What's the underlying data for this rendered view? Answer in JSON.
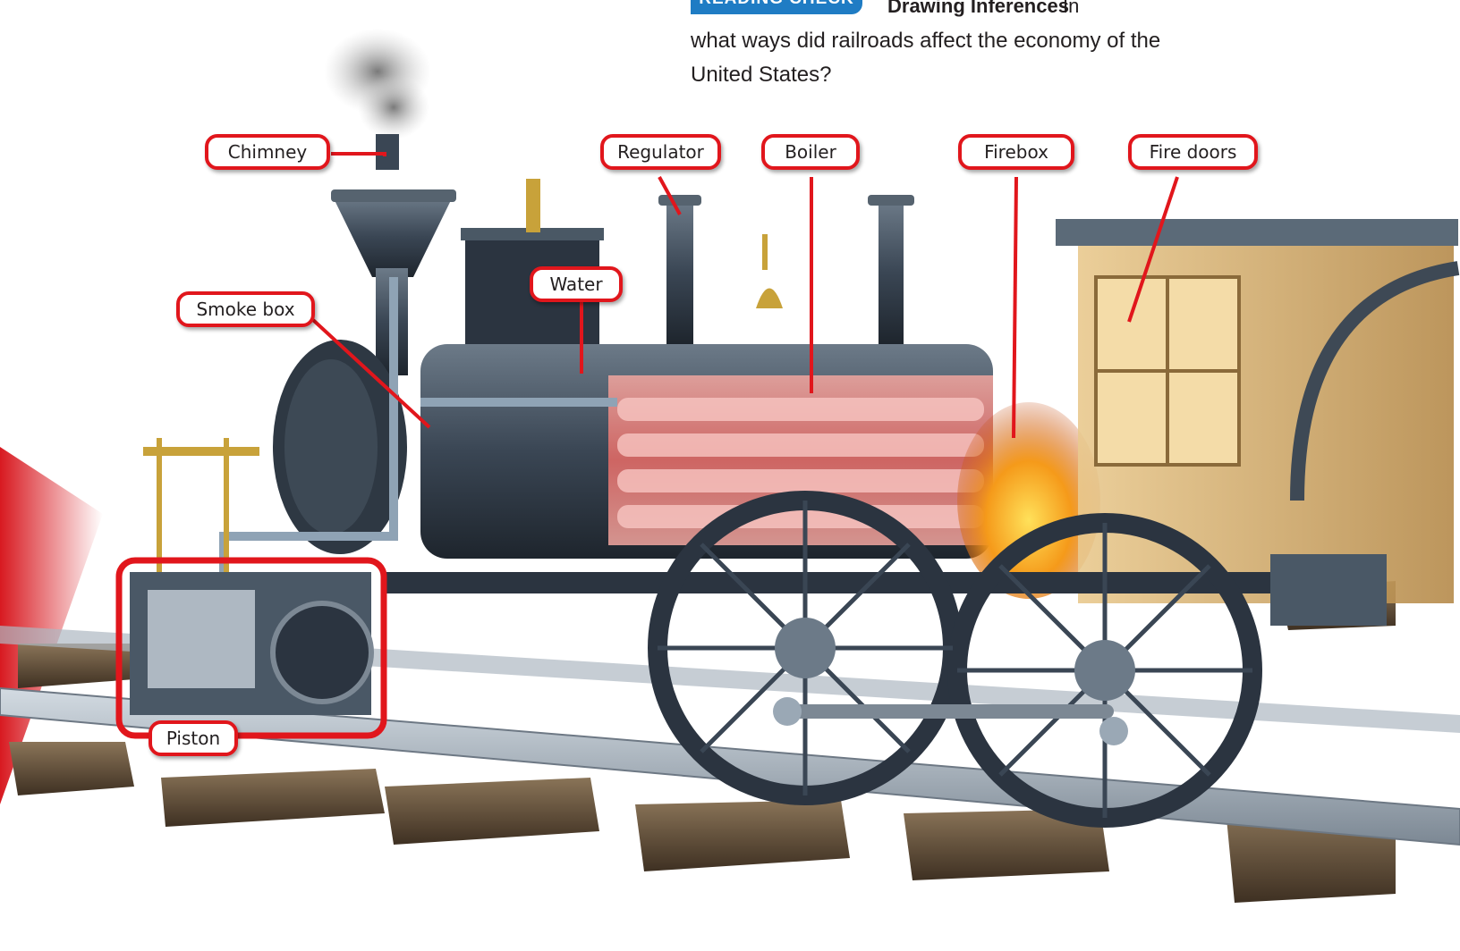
{
  "reading_check": {
    "badge": "READING CHECK",
    "skill": "Drawing Inferences",
    "lead": "In",
    "question_line1": "what ways did railroads affect the economy of the",
    "question_line2": "United States?"
  },
  "labels": {
    "chimney": "Chimney",
    "regulator": "Regulator",
    "boiler": "Boiler",
    "firebox": "Firebox",
    "fire_doors": "Fire doors",
    "water": "Water",
    "smoke_box": "Smoke box",
    "piston": "Piston"
  },
  "colors": {
    "callout_border": "#e1161c",
    "badge": "#1f7cc4",
    "boiler_glow": "#f07a7a",
    "fire": "#f59a1a",
    "locomotive_body": "#3a4654",
    "rail": "#9aa5b0",
    "tie": "#5a4632"
  }
}
